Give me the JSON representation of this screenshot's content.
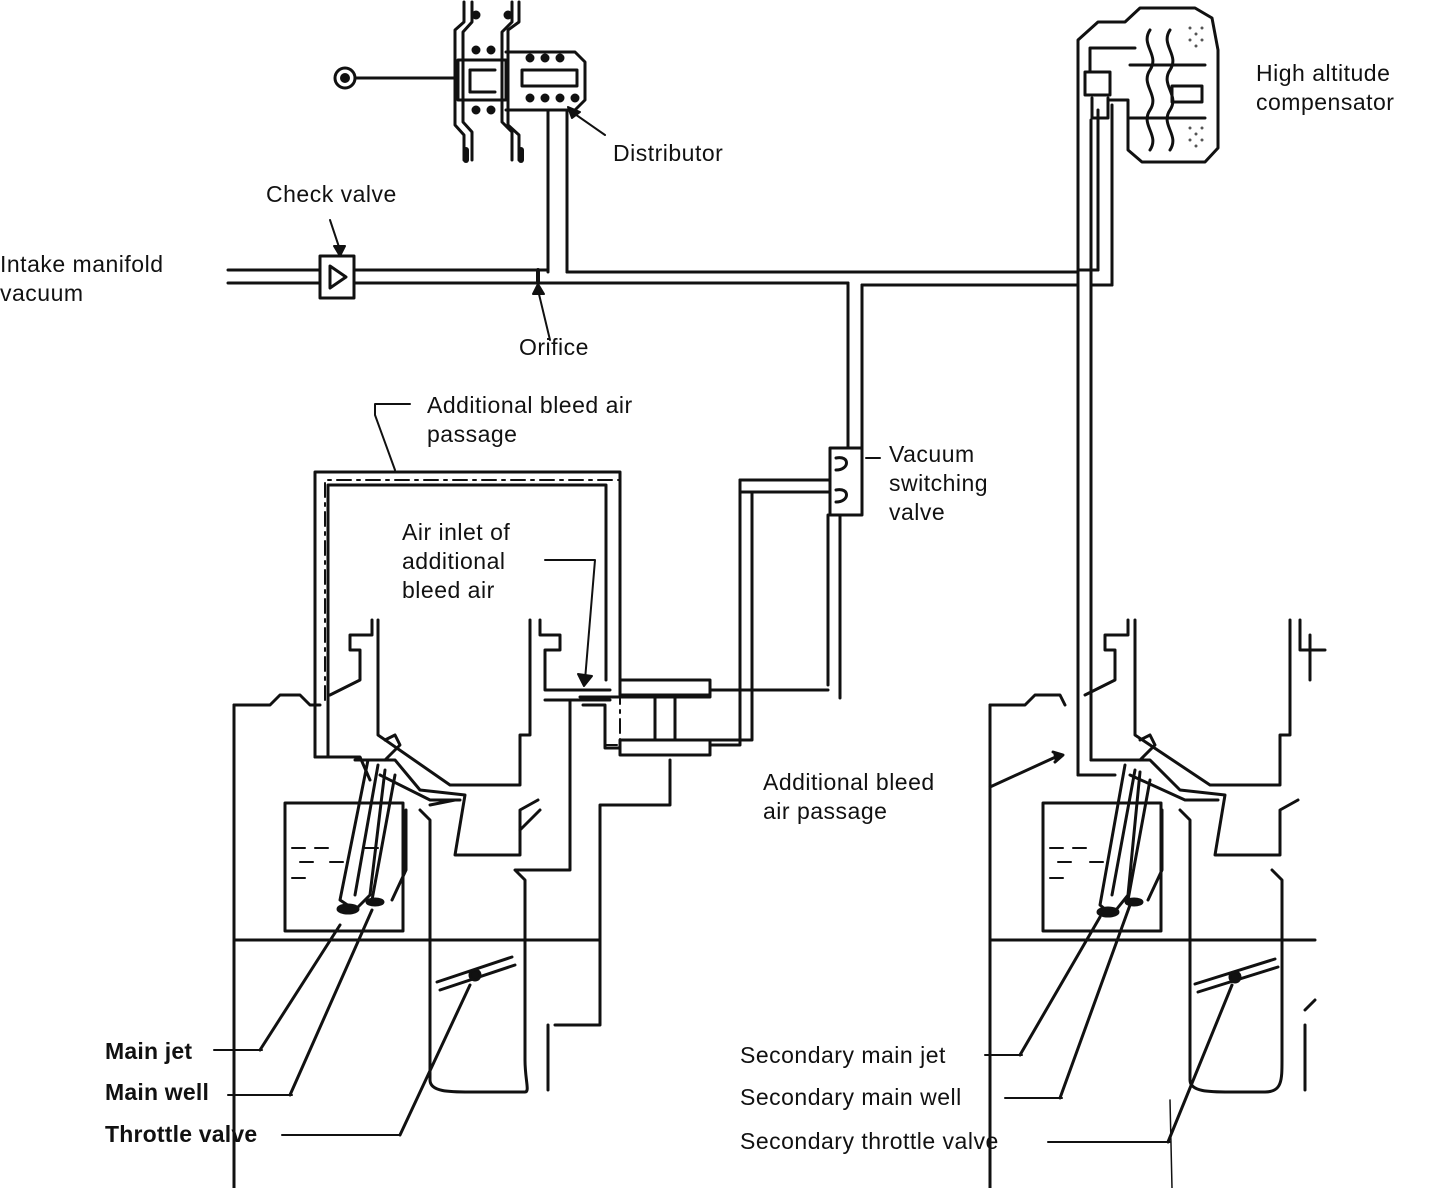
{
  "labels": {
    "distributor": "Distributor",
    "check_valve": "Check valve",
    "intake_manifold_vacuum": "Intake manifold\nvacuum",
    "orifice": "Orifice",
    "additional_bleed_air_passage_top": "Additional bleed air\npassage",
    "vacuum_switching_valve": "Vacuum\nswitching\nvalve",
    "air_inlet": "Air inlet of\nadditional\nbleed air",
    "high_altitude_compensator": "High altitude\ncompensator",
    "additional_bleed_air_passage_right": "Additional bleed\nair passage",
    "main_jet": "Main jet",
    "main_well": "Main well",
    "throttle_valve": "Throttle valve",
    "secondary_main_jet": "Secondary main jet",
    "secondary_main_well": "Secondary main well",
    "secondary_throttle_valve": "Secondary throttle valve"
  }
}
